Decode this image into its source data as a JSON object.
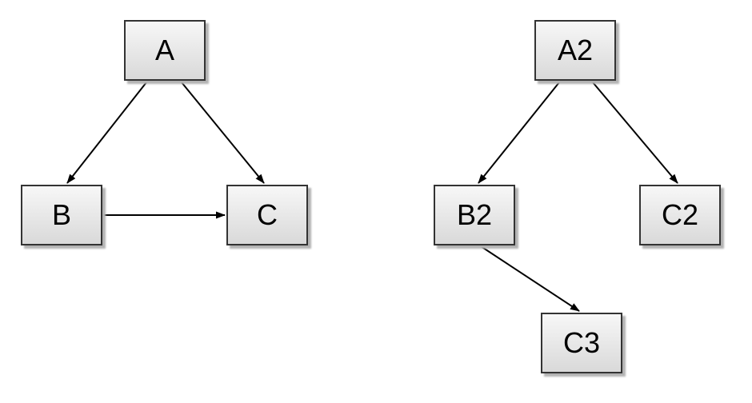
{
  "diagram": {
    "description": "two-directed-graphs",
    "nodes": {
      "A": {
        "label": "A"
      },
      "B": {
        "label": "B"
      },
      "C": {
        "label": "C"
      },
      "A2": {
        "label": "A2"
      },
      "B2": {
        "label": "B2"
      },
      "C2": {
        "label": "C2"
      },
      "C3": {
        "label": "C3"
      }
    },
    "edges": [
      {
        "from": "A",
        "to": "B"
      },
      {
        "from": "A",
        "to": "C"
      },
      {
        "from": "B",
        "to": "C"
      },
      {
        "from": "A2",
        "to": "B2"
      },
      {
        "from": "A2",
        "to": "C2"
      },
      {
        "from": "B2",
        "to": "C3"
      }
    ],
    "colors": {
      "background": "#ffffff",
      "node_fill_top": "#f7f7f7",
      "node_fill_bottom": "#d9d9d9",
      "node_border": "#333333",
      "node_shadow": "#b3b3b3",
      "edge": "#000000",
      "label": "#000000"
    }
  }
}
